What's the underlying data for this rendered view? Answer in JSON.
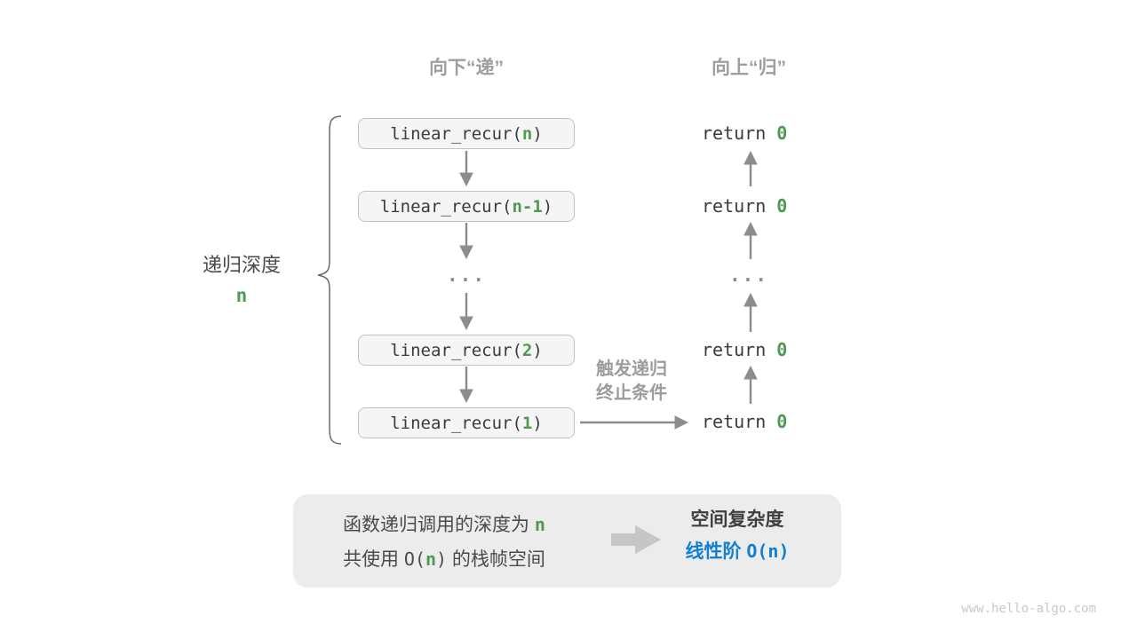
{
  "colors": {
    "green": "#4c9b50",
    "blue": "#1280d2",
    "arrow_gray": "#8c8c8c",
    "muted_gray": "#9e9e9e",
    "box_fill": "#f5f5f5",
    "box_border": "#c3c3c3",
    "panel_fill": "#ececec",
    "code_text": "#3b3b3b"
  },
  "headers": {
    "descend": "向下“递”",
    "ascend": "向上“归”"
  },
  "depth_label": {
    "text": "递归深度",
    "value": "n"
  },
  "call_boxes": [
    {
      "prefix": "linear_recur(",
      "arg": "n",
      "suffix": ")"
    },
    {
      "prefix": "linear_recur(",
      "arg": "n-1",
      "suffix": ")"
    },
    {
      "prefix": "linear_recur(",
      "arg": "2",
      "suffix": ")"
    },
    {
      "prefix": "linear_recur(",
      "arg": "1",
      "suffix": ")"
    }
  ],
  "ellipsis": "...",
  "returns": [
    {
      "keyword": "return ",
      "value": "0"
    },
    {
      "keyword": "return ",
      "value": "0"
    },
    {
      "keyword": "return ",
      "value": "0"
    },
    {
      "keyword": "return ",
      "value": "0"
    }
  ],
  "trigger_label": {
    "line1": "触发递归",
    "line2": "终止条件"
  },
  "summary": {
    "line1_text": "函数递归调用的深度为 ",
    "line1_var": "n",
    "line2_a": "共使用 ",
    "line2_code_open": "O(",
    "line2_var": "n",
    "line2_code_close": ")",
    "line2_b": " 的栈帧空间",
    "space_title": "空间复杂度",
    "result_cn": "线性阶 ",
    "result_code": "O(n)"
  },
  "watermark": "www.hello-algo.com"
}
